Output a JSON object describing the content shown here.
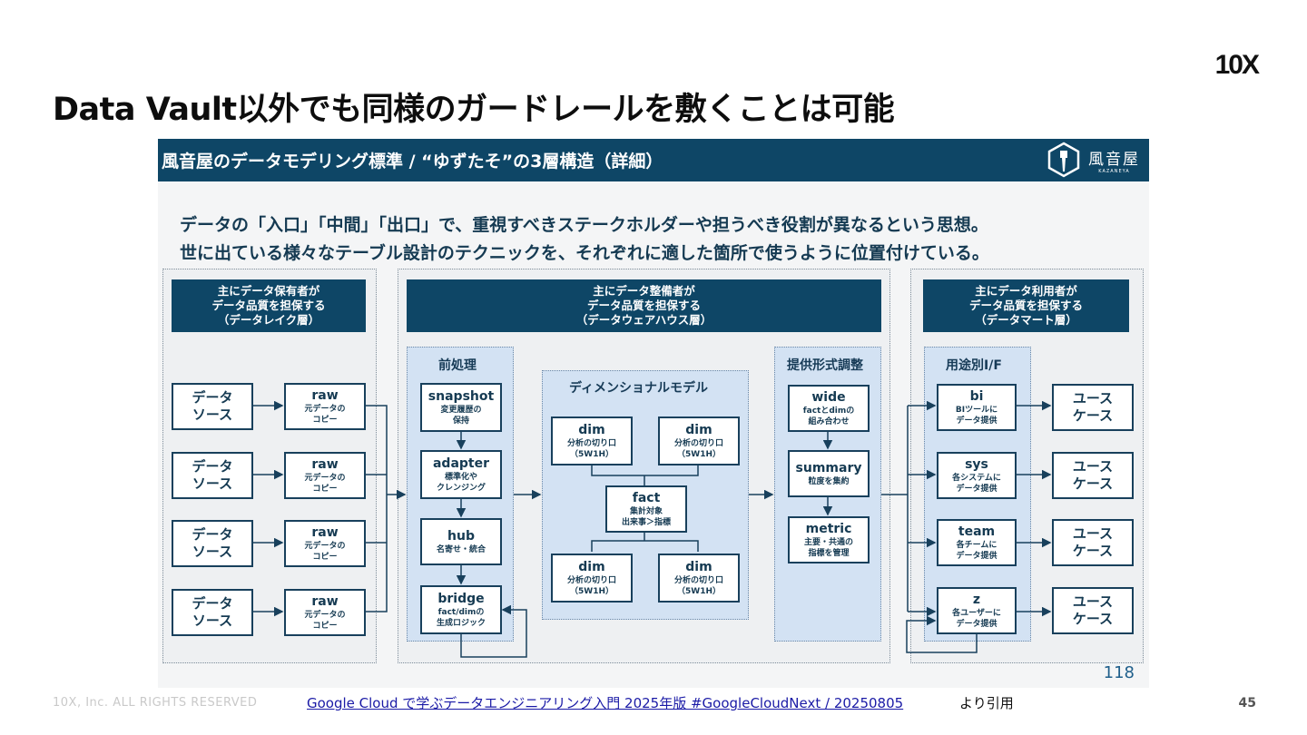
{
  "logo": "10X",
  "title": "Data Vault以外でも同様のガードレールを敷くことは可能",
  "slide": {
    "banner_title": "風音屋のデータモデリング標準 / “ゆずたそ”の3層構造（詳細）",
    "brand_name": "風音屋",
    "brand_sub": "KAZANEYA",
    "lead_1": "データの「入口」「中間」「出口」で、重視すべきステークホルダーや担うべき役割が異なるという思想。",
    "lead_2": "世に出ている様々なテーブル設計のテクニックを、それぞれに適した箇所で使うように位置付けている。",
    "headers": {
      "lake": [
        "主にデータ保有者が",
        "データ品質を担保する",
        "（データレイク層）"
      ],
      "warehouse": [
        "主にデータ整備者が",
        "データ品質を担保する",
        "（データウェアハウス層）"
      ],
      "mart": [
        "主にデータ利用者が",
        "データ品質を担保する",
        "（データマート層）"
      ]
    },
    "zones": {
      "pre": "前処理",
      "dimensional": "ディメンショナルモデル",
      "provide": "提供形式調整",
      "usage": "用途別I/F"
    },
    "sources": {
      "source_line1": "データ",
      "source_line2": "ソース",
      "raw_title": "raw",
      "raw_sub1": "元データの",
      "raw_sub2": "コピー"
    },
    "pre_boxes": {
      "snapshot": {
        "title": "snapshot",
        "sub1": "変更履歴の",
        "sub2": "保持"
      },
      "adapter": {
        "title": "adapter",
        "sub1": "標準化や",
        "sub2": "クレンジング"
      },
      "hub": {
        "title": "hub",
        "sub1": "名寄せ・統合"
      },
      "bridge": {
        "title": "bridge",
        "sub1": "fact/dimの",
        "sub2": "生成ロジック"
      }
    },
    "dim_box": {
      "title": "dim",
      "sub1": "分析の切り口",
      "sub2": "（5W1H）"
    },
    "fact_box": {
      "title": "fact",
      "sub1": "集計対象",
      "sub2": "出来事＞指標"
    },
    "provide_boxes": {
      "wide": {
        "title": "wide",
        "sub1": "factとdimの",
        "sub2": "組み合わせ"
      },
      "summary": {
        "title": "summary",
        "sub1": "粒度を集約"
      },
      "metric": {
        "title": "metric",
        "sub1": "主要・共通の",
        "sub2": "指標を管理"
      }
    },
    "usage_boxes": {
      "bi": {
        "title": "bi",
        "sub1": "BIツールに",
        "sub2": "データ提供"
      },
      "sys": {
        "title": "sys",
        "sub1": "各システムに",
        "sub2": "データ提供"
      },
      "team": {
        "title": "team",
        "sub1": "各チームに",
        "sub2": "データ提供"
      },
      "z": {
        "title": "z",
        "sub1": "各ユーザーに",
        "sub2": "データ提供"
      }
    },
    "usecase_line1": "ユース",
    "usecase_line2": "ケース",
    "page_num": "118"
  },
  "footer": {
    "rights": "10X, Inc. ALL RIGHTS RESERVED",
    "link": "Google Cloud で学ぶデータエンジニアリング入門 2025年版 #GoogleCloudNext / 20250805",
    "suffix": "より引用",
    "page": "45"
  }
}
